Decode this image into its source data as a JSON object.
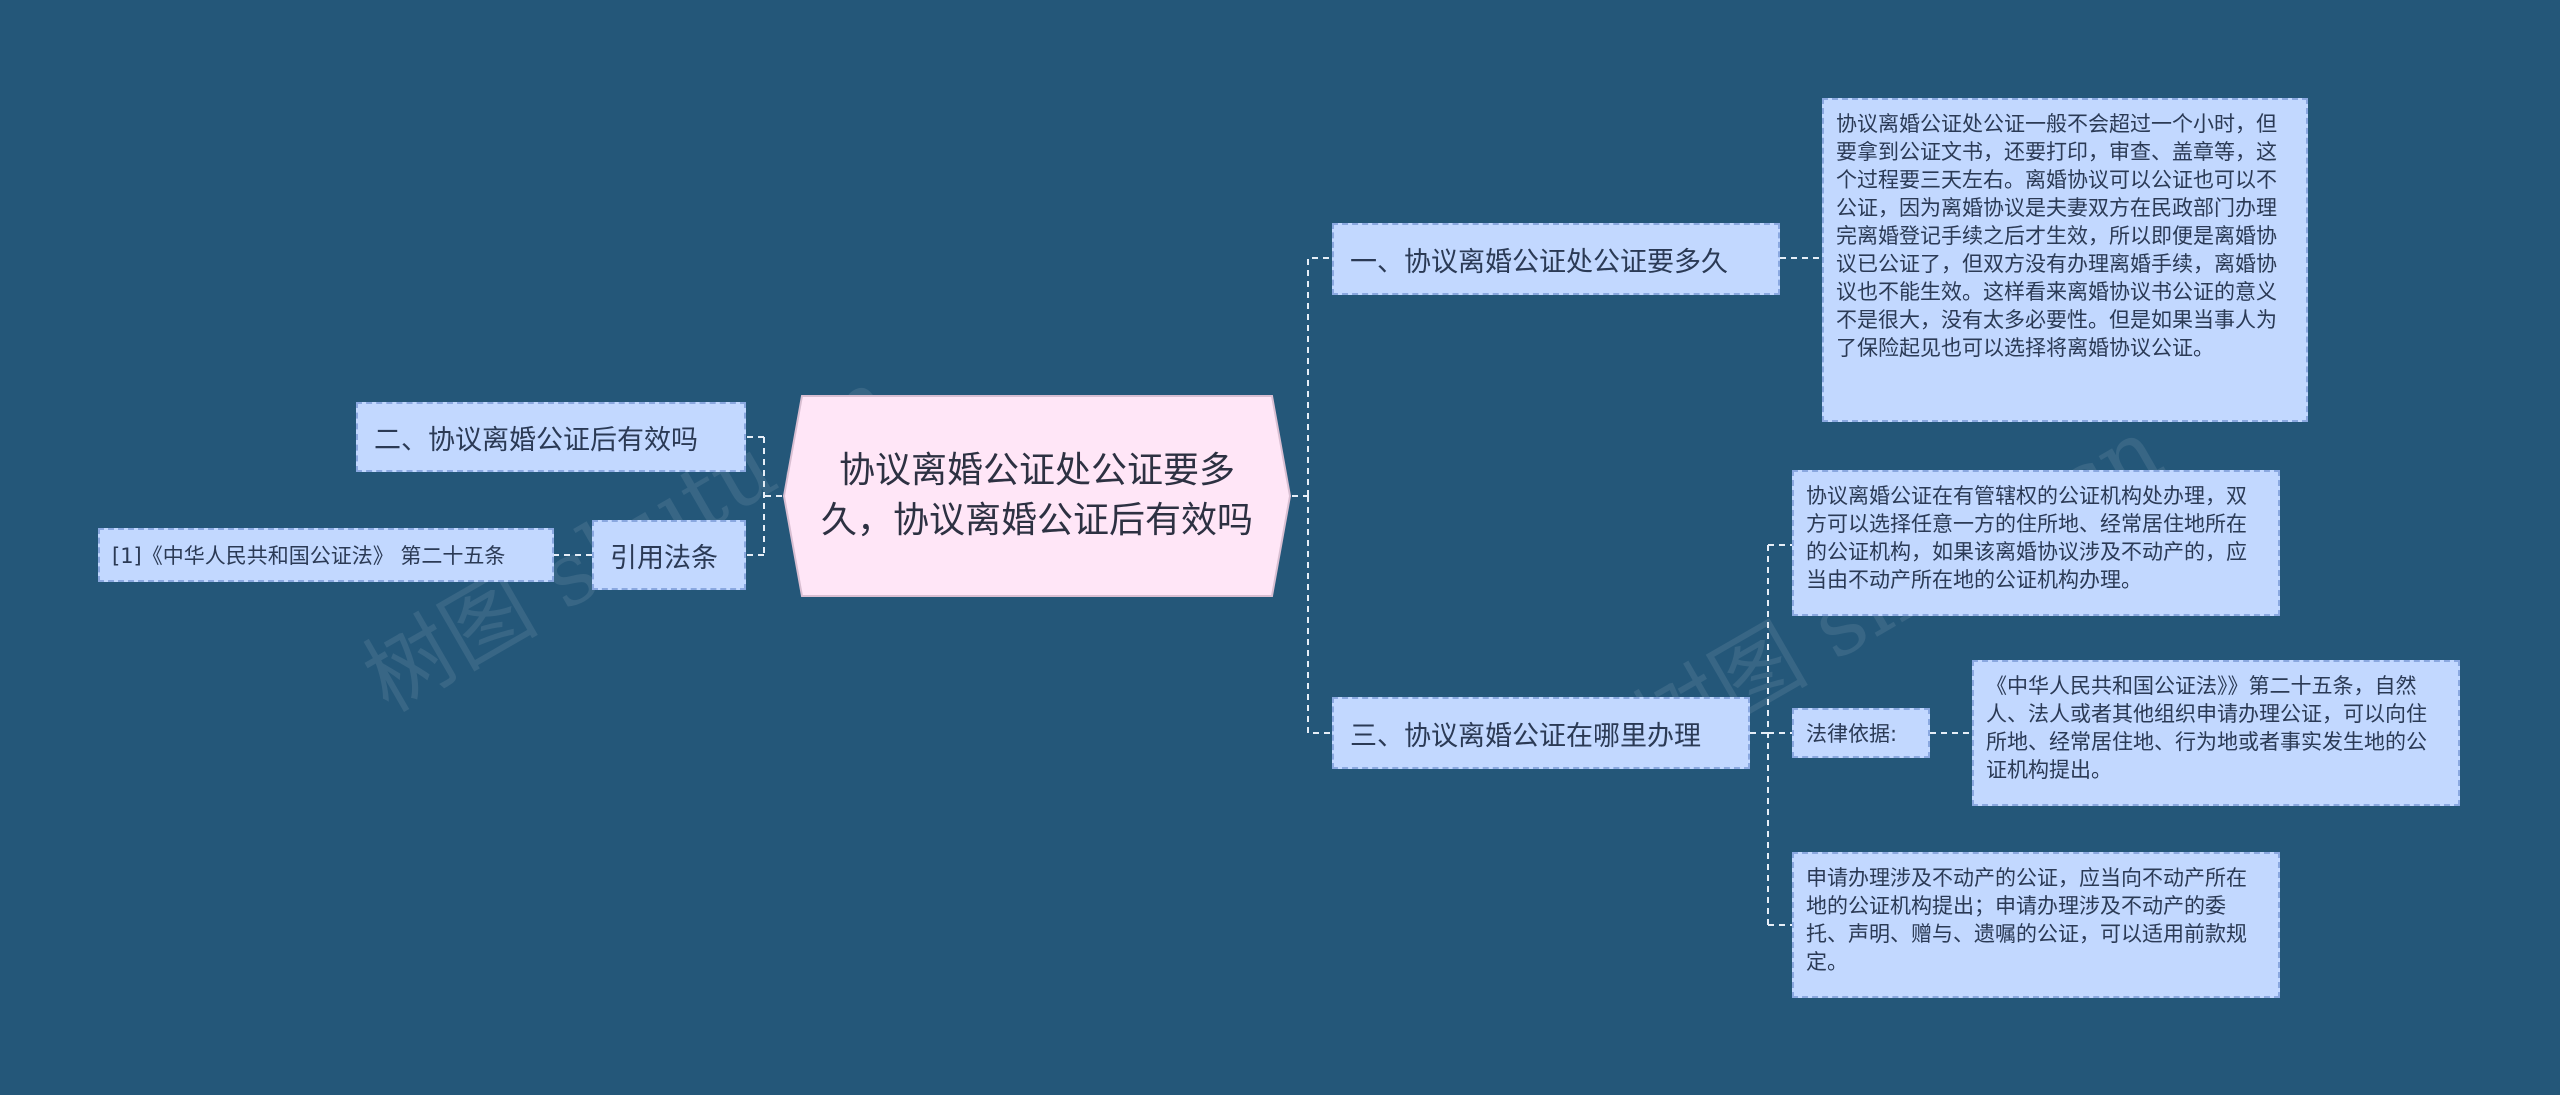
{
  "root": {
    "title": "协议离婚公证处公证要多久，协议离婚公证后有效吗"
  },
  "branches": {
    "how_long": {
      "label": "一、协议离婚公证处公证要多久",
      "detail": "协议离婚公证处公证一般不会超过一个小时，但要拿到公证文书，还要打印，审查、盖章等，这个过程要三天左右。离婚协议可以公证也可以不公证，因为离婚协议是夫妻双方在民政部门办理完离婚登记手续之后才生效，所以即便是离婚协议已公证了，但双方没有办理离婚手续，离婚协议也不能生效。这样看来离婚协议书公证的意义不是很大，没有太多必要性。但是如果当事人为了保险起见也可以选择将离婚协议公证。"
    },
    "where": {
      "label": "三、协议离婚公证在哪里办理",
      "detail_1": "协议离婚公证在有管辖权的公证机构处办理，双方可以选择任意一方的住所地、经常居住地所在的公证机构，如果该离婚协议涉及不动产的，应当由不动产所在地的公证机构办理。",
      "legal_basis_label": "法律依据:",
      "legal_basis_text": "《中华人民共和国公证法》》第二十五条，自然人、法人或者其他组织申请办理公证，可以向住所地、经常居住地、行为地或者事实发生地的公证机构提出。",
      "detail_3": "申请办理涉及不动产的公证，应当向不动产所在地的公证机构提出；申请办理涉及不动产的委托、声明、赠与、遗嘱的公证，可以适用前款规定。"
    },
    "valid": {
      "label": "二、协议离婚公证后有效吗"
    },
    "citation": {
      "label": "引用法条",
      "item": "[1]《中华人民共和国公证法》 第二十五条"
    }
  },
  "watermark": {
    "text": "树图 shutu.cn"
  },
  "colors": {
    "background": "#245779",
    "node_fill": "#c2d8ff",
    "node_border": "#8aa8e0",
    "root_fill": "#ffe6f7",
    "connector": "#e6eef7"
  }
}
